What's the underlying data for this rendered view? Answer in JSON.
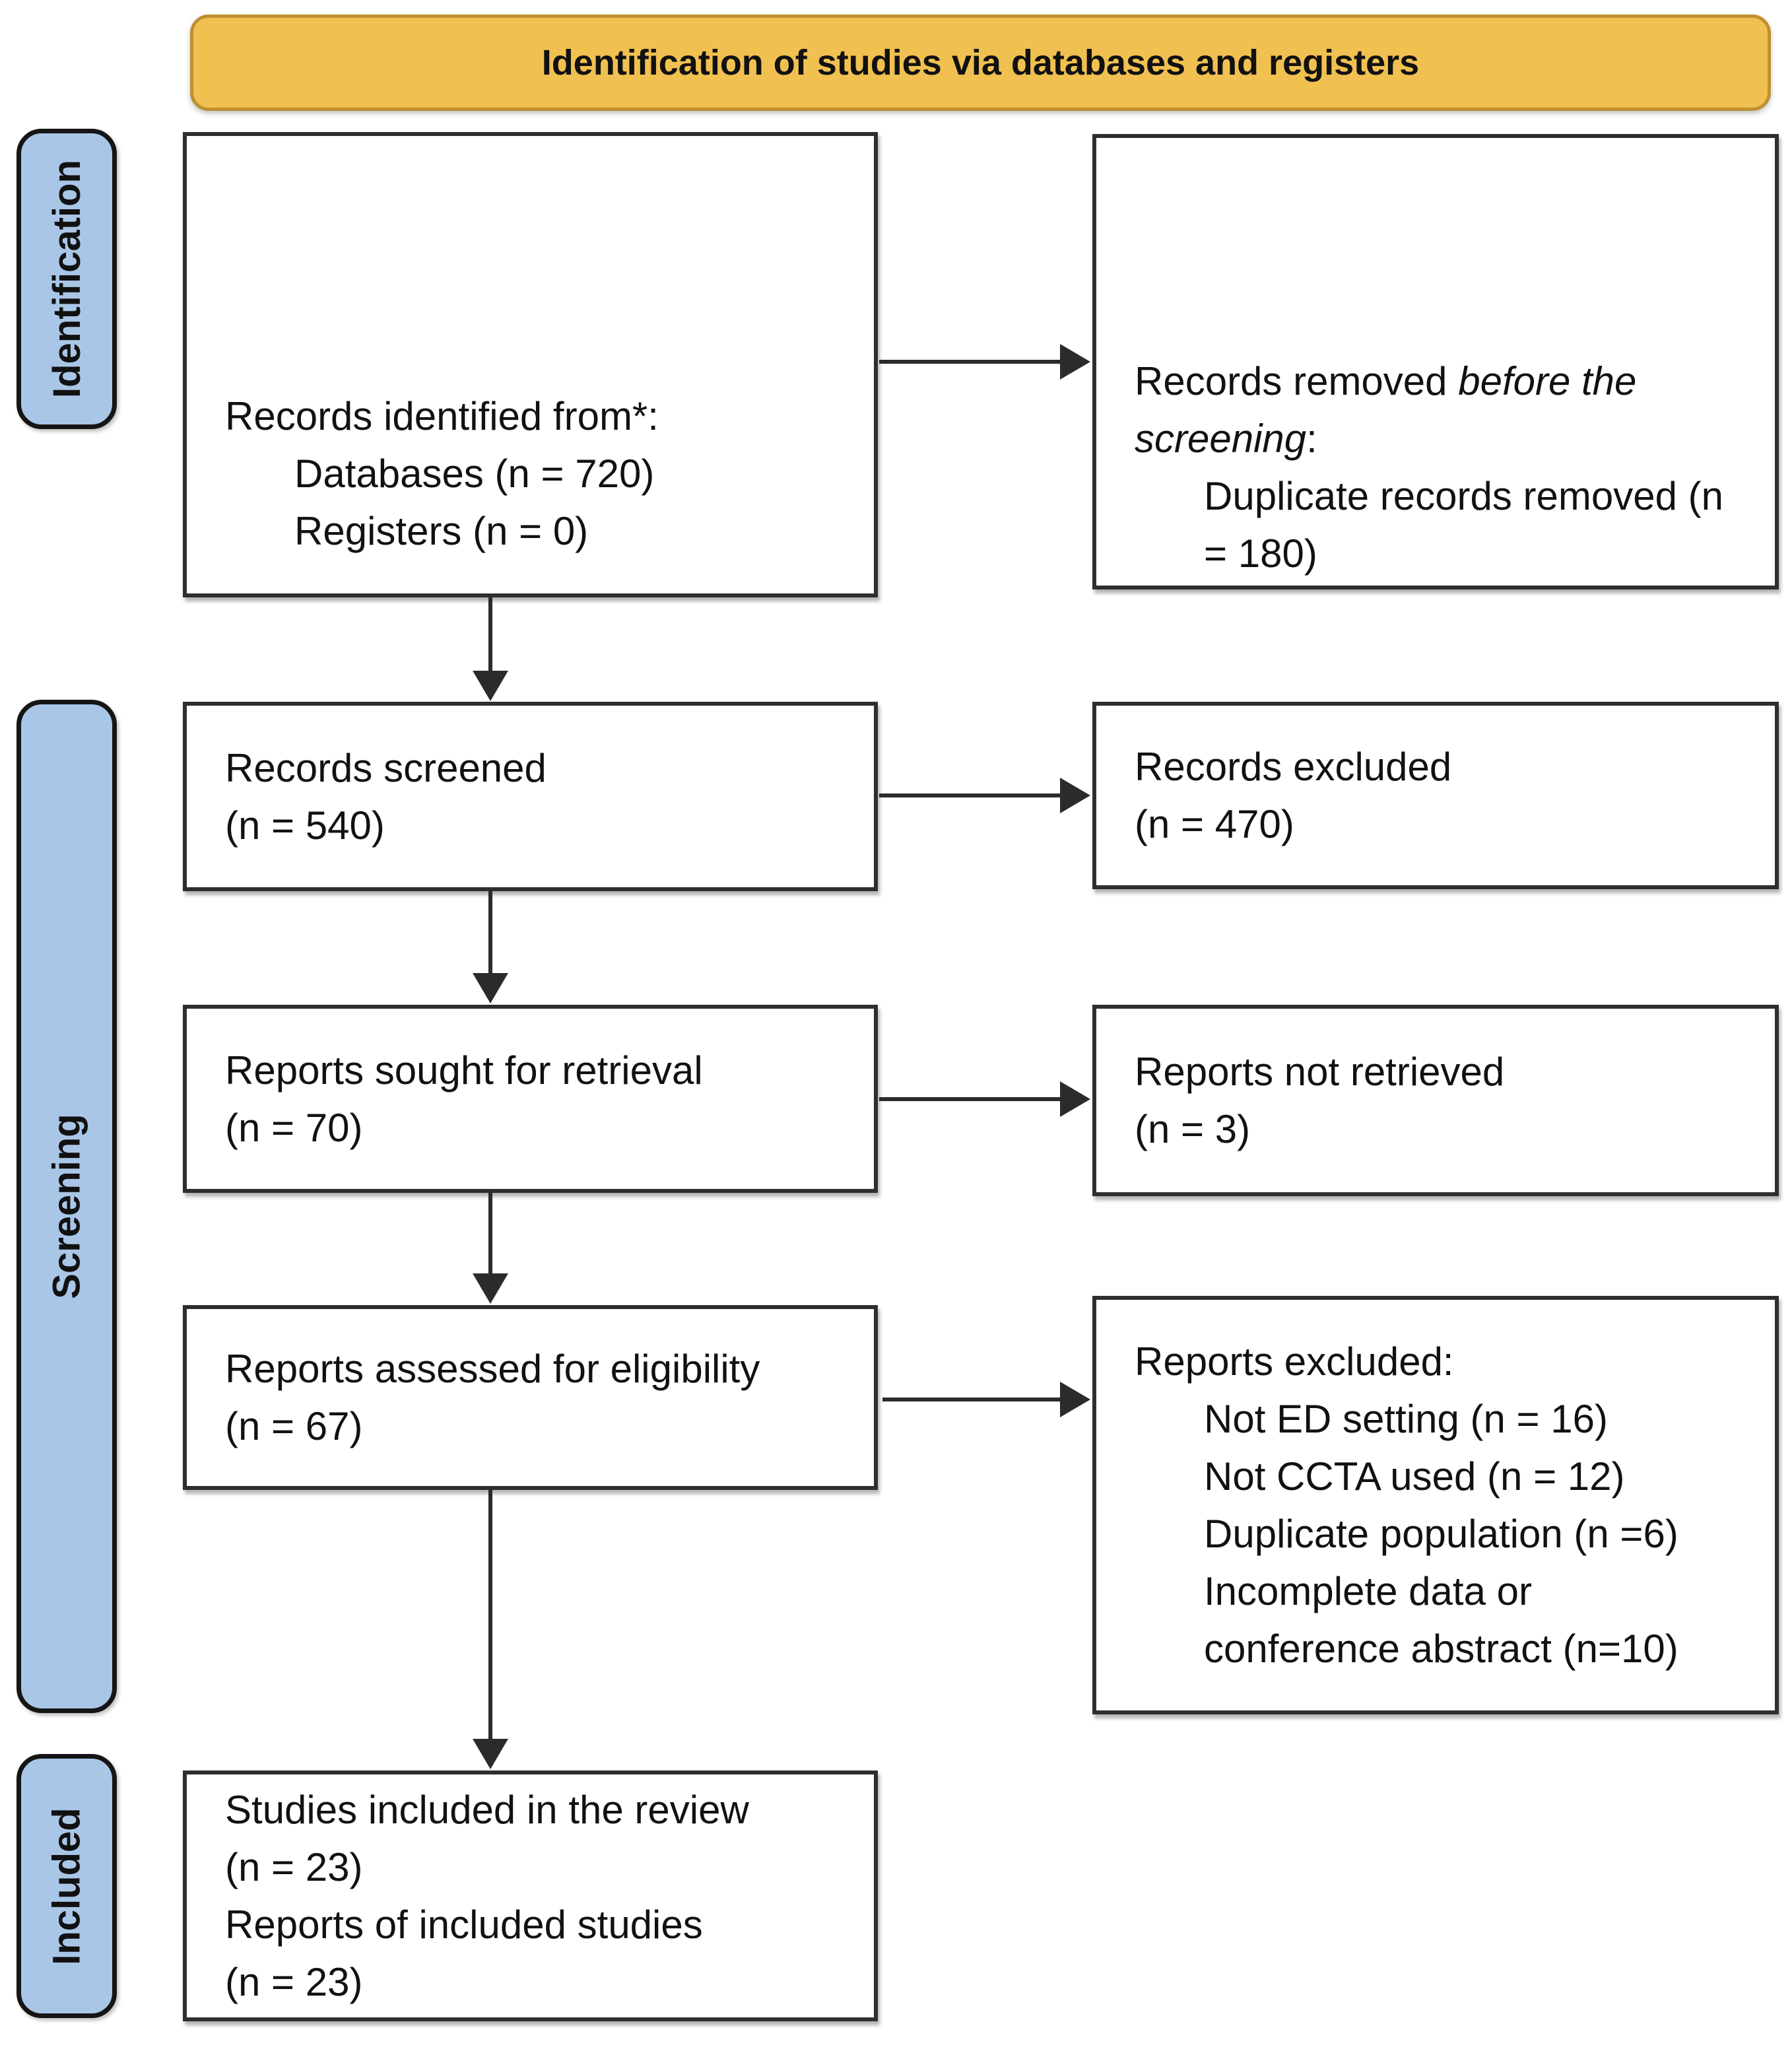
{
  "colors": {
    "header_bg": "#F0C051",
    "header_border": "#BE9030",
    "stage_bg": "#A9C6E7",
    "stage_border": "#151515",
    "box_border": "#2E2E2E",
    "arrow": "#2B2B2B",
    "text": "#111111"
  },
  "header": {
    "title": "Identification of studies via databases and registers"
  },
  "sidebar": {
    "labels": [
      {
        "id": "identification",
        "label": "Identification"
      },
      {
        "id": "screening",
        "label": "Screening"
      },
      {
        "id": "included",
        "label": "Included"
      }
    ]
  },
  "boxes": {
    "records_identified": {
      "title": "Records identified from*:",
      "items": [
        "Databases (n = 720)",
        "Registers (n = 0)"
      ]
    },
    "records_removed": {
      "pre": "Records removed ",
      "italic": "before the screening",
      "post": ":",
      "items": [
        "Duplicate records removed (n = 180)"
      ]
    },
    "records_screened": {
      "lines": [
        "Records screened",
        "(n = 540)"
      ]
    },
    "records_excluded": {
      "lines": [
        "Records excluded",
        "(n = 470)"
      ]
    },
    "reports_sought": {
      "lines": [
        "Reports sought for retrieval",
        "(n = 70)"
      ]
    },
    "reports_not_retrieved": {
      "lines": [
        "Reports not retrieved",
        "(n = 3)"
      ]
    },
    "reports_assessed": {
      "lines": [
        "Reports assessed for eligibility",
        "(n = 67)"
      ]
    },
    "reports_excluded": {
      "title": "Reports excluded:",
      "items": [
        "Not ED setting (n = 16)",
        "Not CCTA used (n = 12)",
        "Duplicate population (n =6)",
        "Incomplete data or conference abstract (n=10)"
      ]
    },
    "studies_included": {
      "lines": [
        "Studies included in the review",
        "(n = 23)",
        "Reports of included studies",
        "(n = 23)"
      ]
    }
  }
}
